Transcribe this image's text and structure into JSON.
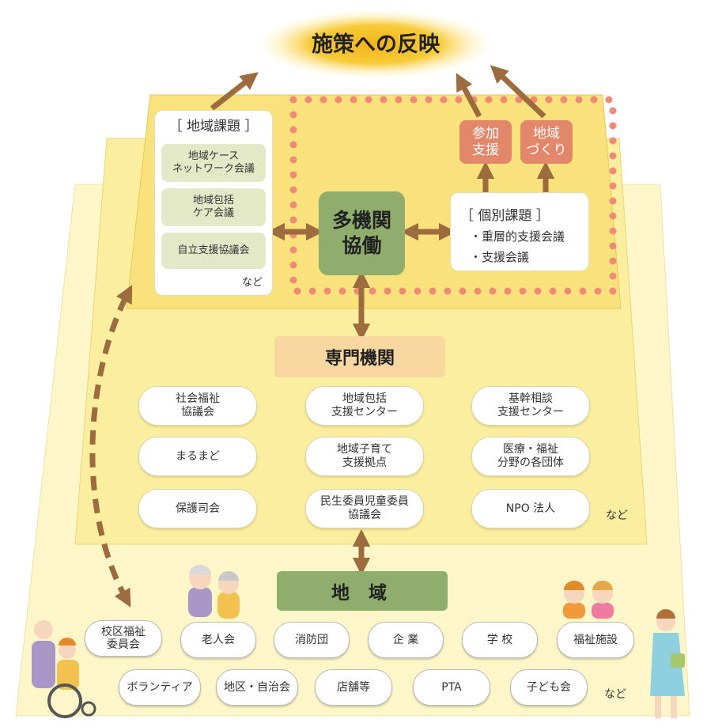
{
  "goal": "施策への反映",
  "community_issues": {
    "title": "［ 地域課題 ］",
    "items": [
      "地域ケース\nネットワーク会議",
      "地域包括\nケア会議",
      "自立支援協議会"
    ],
    "etc": "など"
  },
  "hub": "多機関\n協働",
  "individual_issues": {
    "title": "［ 個別課題 ］",
    "items": [
      "・重層的支援会議",
      "・支援会議"
    ]
  },
  "participation_support": "参加\n支援",
  "community_building": "地域\nづくり",
  "specialist_title": "専門機関",
  "specialists": [
    "社会福祉\n協議会",
    "地域包括\n支援センター",
    "基幹相談\n支援センター",
    "まるまど",
    "地域子育て\n支援拠点",
    "医療・福祉\n分野の各団体",
    "保護司会",
    "民生委員児童委員\n協議会",
    "NPO 法人"
  ],
  "specialists_etc": "など",
  "community_title": "地 域",
  "community_groups": [
    "校区福祉\n委員会",
    "老人会",
    "消防団",
    "企 業",
    "学 校",
    "福祉施設",
    "ボランティア",
    "地区・自治会",
    "店舗等",
    "PTA",
    "子ども会"
  ],
  "community_etc": "など",
  "colors": {
    "base_layer": "#fdf6c9",
    "mid_layer": "#fbee9f",
    "top_layer": "#f9e27c",
    "arrow": "#9c6b3e",
    "dot": "#f08a77",
    "green": "#8fae6e",
    "salmon": "#e3876a"
  }
}
